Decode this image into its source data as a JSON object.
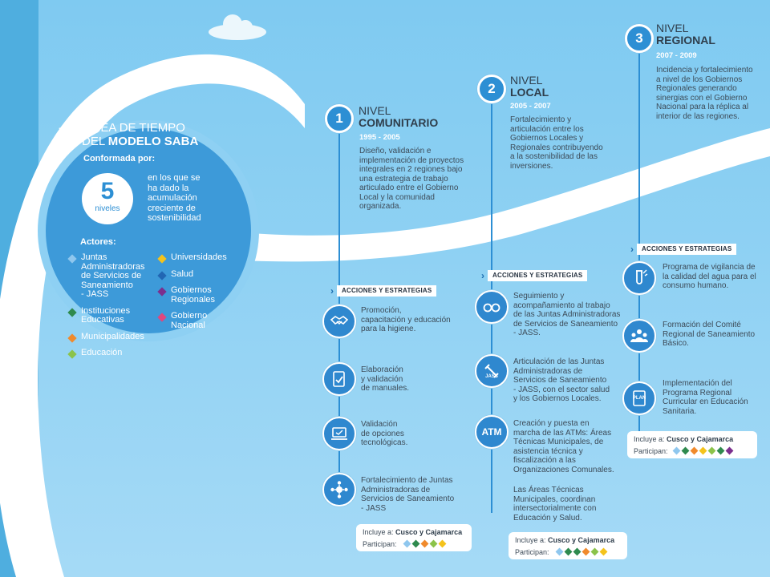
{
  "title": {
    "line1": "LÍNEA DE TIEMPO",
    "line2_prefix": "DEL",
    "line2_bold": "MODELO SABA",
    "subtitle": "Conformada por:"
  },
  "levels_badge": {
    "number": "5",
    "word": "niveles"
  },
  "levels_desc": [
    "en los que se",
    "ha dado la",
    "acumulación",
    "creciente de",
    "sostenibilidad"
  ],
  "actors": {
    "label": "Actores:",
    "items": [
      {
        "lines": [
          "Juntas",
          "Administradoras",
          "de Servicios de",
          "Saneamiento",
          "- JASS"
        ],
        "color": "#8fc7ee"
      },
      {
        "lines": [
          "Instituciones",
          "Educativas"
        ],
        "color": "#2f8a4e"
      },
      {
        "lines": [
          "Municipalidades"
        ],
        "color": "#f08a2c"
      },
      {
        "lines": [
          "Educación"
        ],
        "color": "#8bc34a"
      },
      {
        "lines": [
          "Universidades"
        ],
        "color": "#f4c31c"
      },
      {
        "lines": [
          "Salud"
        ],
        "color": "#2166b3"
      },
      {
        "lines": [
          "Gobiernos",
          "Regionales"
        ],
        "color": "#7b2f8e"
      },
      {
        "lines": [
          "Gobierno",
          "Nacional"
        ],
        "color": "#e0477e"
      }
    ]
  },
  "levels": [
    {
      "number": "1",
      "top": "NIVEL",
      "bottom": "COMUNITARIO",
      "years": "1995 - 2005",
      "desc": [
        "Diseño, validación e",
        "implementación de proyectos",
        "integrales en 2 regiones bajo",
        "una estrategia de trabajo",
        "articulado entre el Gobierno",
        "Local y la comunidad",
        "organizada."
      ],
      "actions_label": "ACCIONES Y ESTRATEGIAS",
      "actions": [
        {
          "icon": "handshake-icon",
          "lines": [
            "Promoción,",
            "capacitación y educación",
            "para la higiene."
          ]
        },
        {
          "icon": "manual-icon",
          "lines": [
            "Elaboración",
            "y validación",
            "de manuales."
          ]
        },
        {
          "icon": "technology-icon",
          "lines": [
            "Validación",
            "de opciones",
            "tecnológicas."
          ]
        },
        {
          "icon": "network-icon",
          "lines": [
            "Fortalecimiento de Juntas",
            "Administradoras de",
            "Servicios de Saneamiento",
            "- JASS"
          ]
        }
      ],
      "includes_prefix": "Incluye a:",
      "includes_regions": "Cusco y Cajamarca",
      "participants_label": "Participan:",
      "participants": [
        "#8fc7ee",
        "#2f8a4e",
        "#f08a2c",
        "#8bc34a",
        "#f4c31c"
      ]
    },
    {
      "number": "2",
      "top": "NIVEL",
      "bottom": "LOCAL",
      "years": "2005 - 2007",
      "desc": [
        "Fortalecimiento y",
        "articulación entre los",
        "Gobiernos Locales y",
        "Regionales contribuyendo",
        "a la sostenibilidad de las",
        "inversiones."
      ],
      "actions_label": "ACCIONES Y ESTRATEGIAS",
      "actions": [
        {
          "icon": "binoculars-icon",
          "lines": [
            "Seguimiento y",
            "acompañamiento al trabajo",
            "de las Juntas Administradoras",
            "de Servicios de Saneamiento",
            "- JASS."
          ]
        },
        {
          "icon": "jass-link-icon",
          "icon_label": "JASS",
          "lines": [
            "Articulación de las Juntas",
            "Administradoras de",
            "Servicios de Saneamiento",
            "- JASS, con el sector salud",
            "y los Gobiernos Locales."
          ]
        },
        {
          "icon": "atm-icon",
          "icon_label": "ATM",
          "lines": [
            "Creación y puesta en",
            "marcha de las ATMs: Áreas",
            "Técnicas Municipales, de",
            "asistencia técnica y",
            "fiscalización a las",
            "Organizaciones Comunales."
          ]
        }
      ],
      "extra": [
        "Las Áreas Técnicas",
        "Municipales, coordinan",
        "intersectorialmente con",
        "Educación y Salud."
      ],
      "includes_prefix": "Incluye a:",
      "includes_regions": "Cusco y Cajamarca",
      "participants_label": "Participan:",
      "participants": [
        "#8fc7ee",
        "#2f8a4e",
        "#2f8a4e",
        "#f08a2c",
        "#8bc34a",
        "#f4c31c"
      ]
    },
    {
      "number": "3",
      "top": "NIVEL",
      "bottom": "REGIONAL",
      "years": "2007 - 2009",
      "desc": [
        "Incidencia y fortalecimiento",
        "a nivel de los Gobiernos",
        "Regionales generando",
        "sinergias con el Gobierno",
        "Nacional para la réplica al",
        "interior de las regiones."
      ],
      "actions_label": "ACCIONES Y ESTRATEGIAS",
      "actions": [
        {
          "icon": "test-tube-icon",
          "lines": [
            "Programa de vigilancia de",
            "la calidad del agua para el",
            "consumo humano."
          ]
        },
        {
          "icon": "committee-icon",
          "lines": [
            "Formación del Comité",
            "Regional de Saneamiento",
            "Básico."
          ]
        },
        {
          "icon": "plan-book-icon",
          "icon_label": "PLAN",
          "lines": [
            "Implementación del",
            "Programa Regional",
            "Curricular en Educación",
            "Sanitaria."
          ]
        }
      ],
      "includes_prefix": "Incluye a:",
      "includes_regions": "Cusco y Cajamarca",
      "participants_label": "Participan:",
      "participants": [
        "#8fc7ee",
        "#2f8a4e",
        "#f08a2c",
        "#f4c31c",
        "#8bc34a",
        "#2f8a4e",
        "#7b2f8e"
      ]
    }
  ]
}
